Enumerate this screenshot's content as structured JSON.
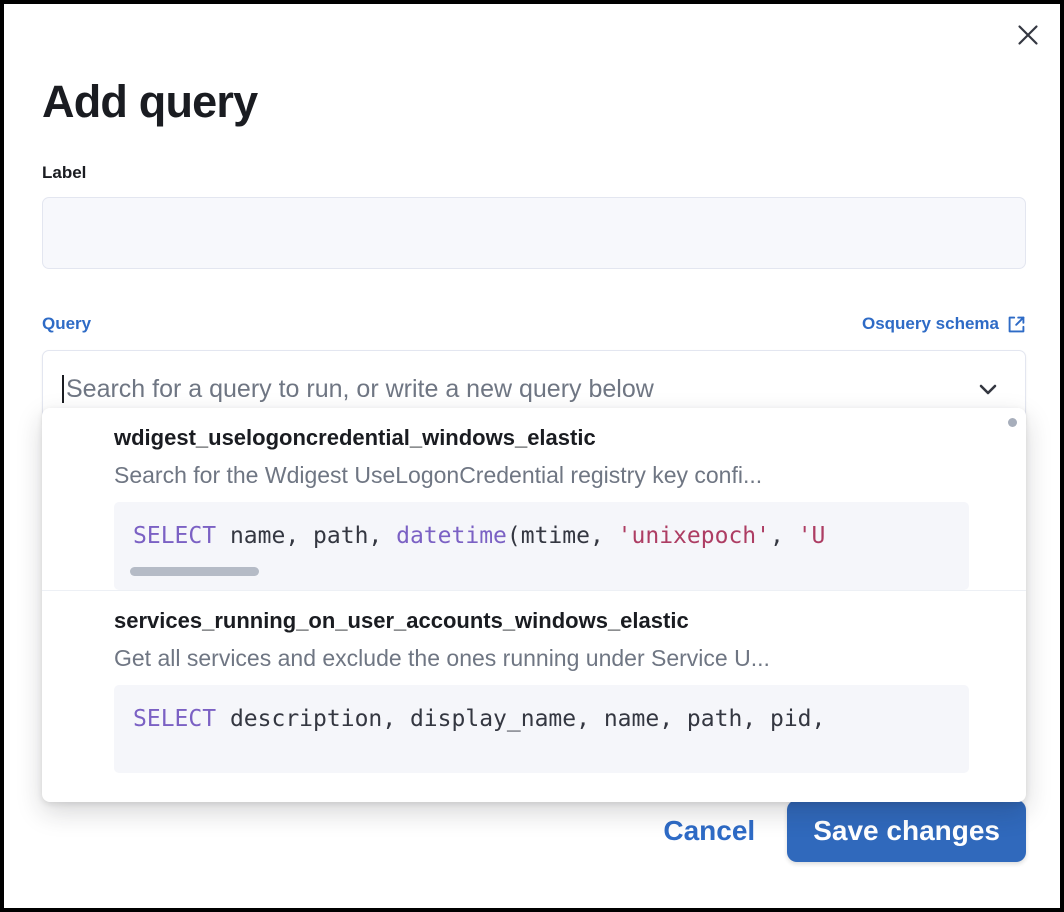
{
  "dialog": {
    "title": "Add query",
    "close_icon": "close-icon"
  },
  "label_field": {
    "label": "Label",
    "value": "",
    "placeholder": ""
  },
  "query_field": {
    "legend": "Query",
    "schema_link": {
      "text": "Osquery schema",
      "icon": "external-link-icon"
    },
    "combobox": {
      "value": "",
      "placeholder": "Search for a query to run, or write a new query below",
      "chevron_icon": "chevron-down-icon"
    }
  },
  "dropdown": {
    "options": [
      {
        "title": "wdigest_uselogoncredential_windows_elastic",
        "description": "Search for the Wdigest UseLogonCredential registry key confi...",
        "code_tokens": [
          {
            "text": "SELECT",
            "type": "keyword"
          },
          {
            "text": " name, path, ",
            "type": "plain"
          },
          {
            "text": "datetime",
            "type": "function"
          },
          {
            "text": "(mtime, ",
            "type": "plain"
          },
          {
            "text": "'unixepoch'",
            "type": "string"
          },
          {
            "text": ", ",
            "type": "plain"
          },
          {
            "text": "'U",
            "type": "string"
          }
        ]
      },
      {
        "title": "services_running_on_user_accounts_windows_elastic",
        "description": "Get all services and exclude the ones running under Service U...",
        "code_tokens": [
          {
            "text": "SELECT",
            "type": "keyword"
          },
          {
            "text": " description, display_name, name, path, pid,",
            "type": "plain"
          }
        ]
      }
    ]
  },
  "footer": {
    "cancel_label": "Cancel",
    "save_label": "Save changes"
  },
  "colors": {
    "accent_blue": "#2E6BC6",
    "save_button": "#3069BC",
    "text_primary": "#1A1C21",
    "text_muted": "#6F7683",
    "code_bg": "#F5F6FA",
    "keyword": "#7B61C4",
    "string": "#AD3D63"
  }
}
